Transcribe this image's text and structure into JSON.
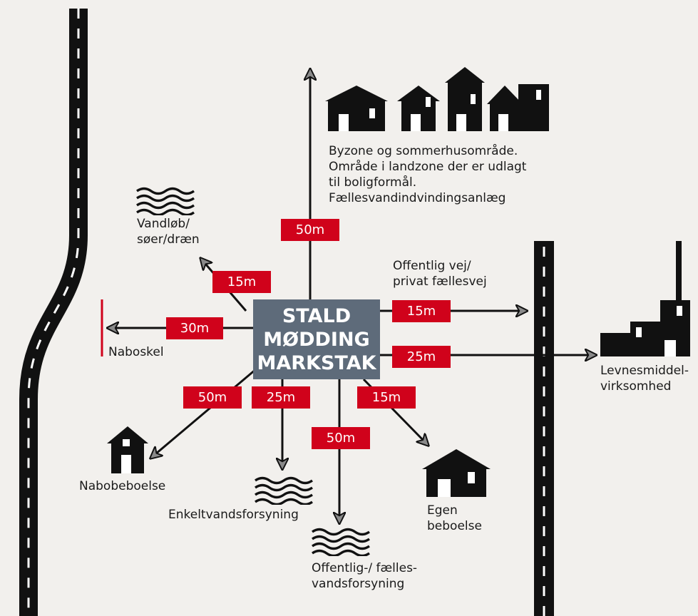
{
  "center": {
    "line1": "STALD",
    "line2": "MØDDING",
    "line3": "MARKSTAK"
  },
  "distances": {
    "byzone": "50m",
    "vandlob": "15m",
    "naboskel": "30m",
    "offentlig_vej": "15m",
    "levnesmiddel": "25m",
    "nabobeboelse": "50m",
    "enkeltvand": "25m",
    "faellesvand": "50m",
    "egen_beboelse": "15m"
  },
  "labels": {
    "byzone": [
      "Byzone og sommerhusområde.",
      "Område i landzone der er udlagt",
      "til boligformål.",
      "Fællesvandindvindingsanlæg"
    ],
    "vandlob": [
      "Vandløb/",
      "søer/dræn"
    ],
    "naboskel": "Naboskel",
    "offentlig_vej": [
      "Offentlig vej/",
      "privat fællesvej"
    ],
    "levnesmiddel": [
      "Levnesmiddel-",
      "virksomhed"
    ],
    "nabobeboelse": "Nabobeboelse",
    "enkeltvand": "Enkeltvandsforsyning",
    "faellesvand": [
      "Offentlig-/ fælles-",
      "vandsforsyning"
    ],
    "egen_beboelse": [
      "Egen",
      "beboelse"
    ]
  },
  "colors": {
    "background": "#f2f0ed",
    "box": "#5e6b7a",
    "badge": "#d0021b",
    "ink": "#111111",
    "arrowhead": "#8a8a8a"
  },
  "icons": [
    "road-icon",
    "houses-icon",
    "house-icon",
    "factory-icon",
    "water-waves-icon"
  ]
}
